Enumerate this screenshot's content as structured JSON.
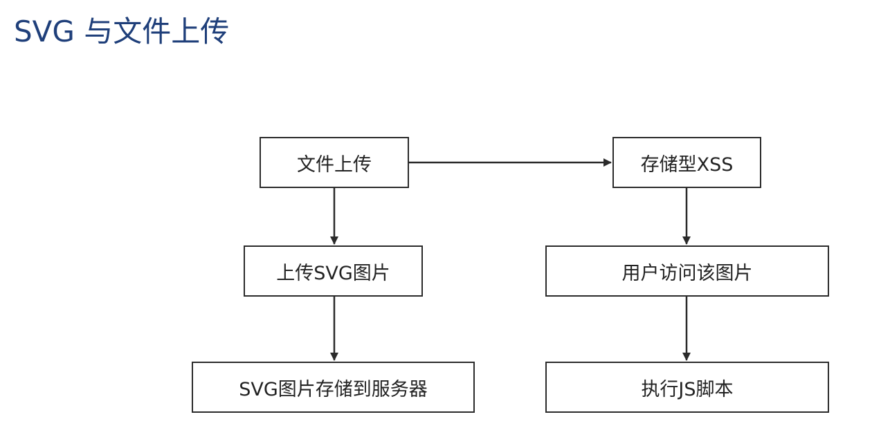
{
  "title": "SVG 与文件上传",
  "nodes": {
    "upload": "文件上传",
    "upload_svg": "上传SVG图片",
    "store_server": "SVG图片存储到服务器",
    "stored_xss": "存储型XSS",
    "user_access": "用户访问该图片",
    "exec_js": "执行JS脚本"
  },
  "edges": [
    {
      "from": "upload",
      "to": "stored_xss"
    },
    {
      "from": "upload",
      "to": "upload_svg"
    },
    {
      "from": "upload_svg",
      "to": "store_server"
    },
    {
      "from": "stored_xss",
      "to": "user_access"
    },
    {
      "from": "user_access",
      "to": "exec_js"
    }
  ],
  "colors": {
    "title": "#1f3f7a",
    "stroke": "#2a2a2a"
  }
}
